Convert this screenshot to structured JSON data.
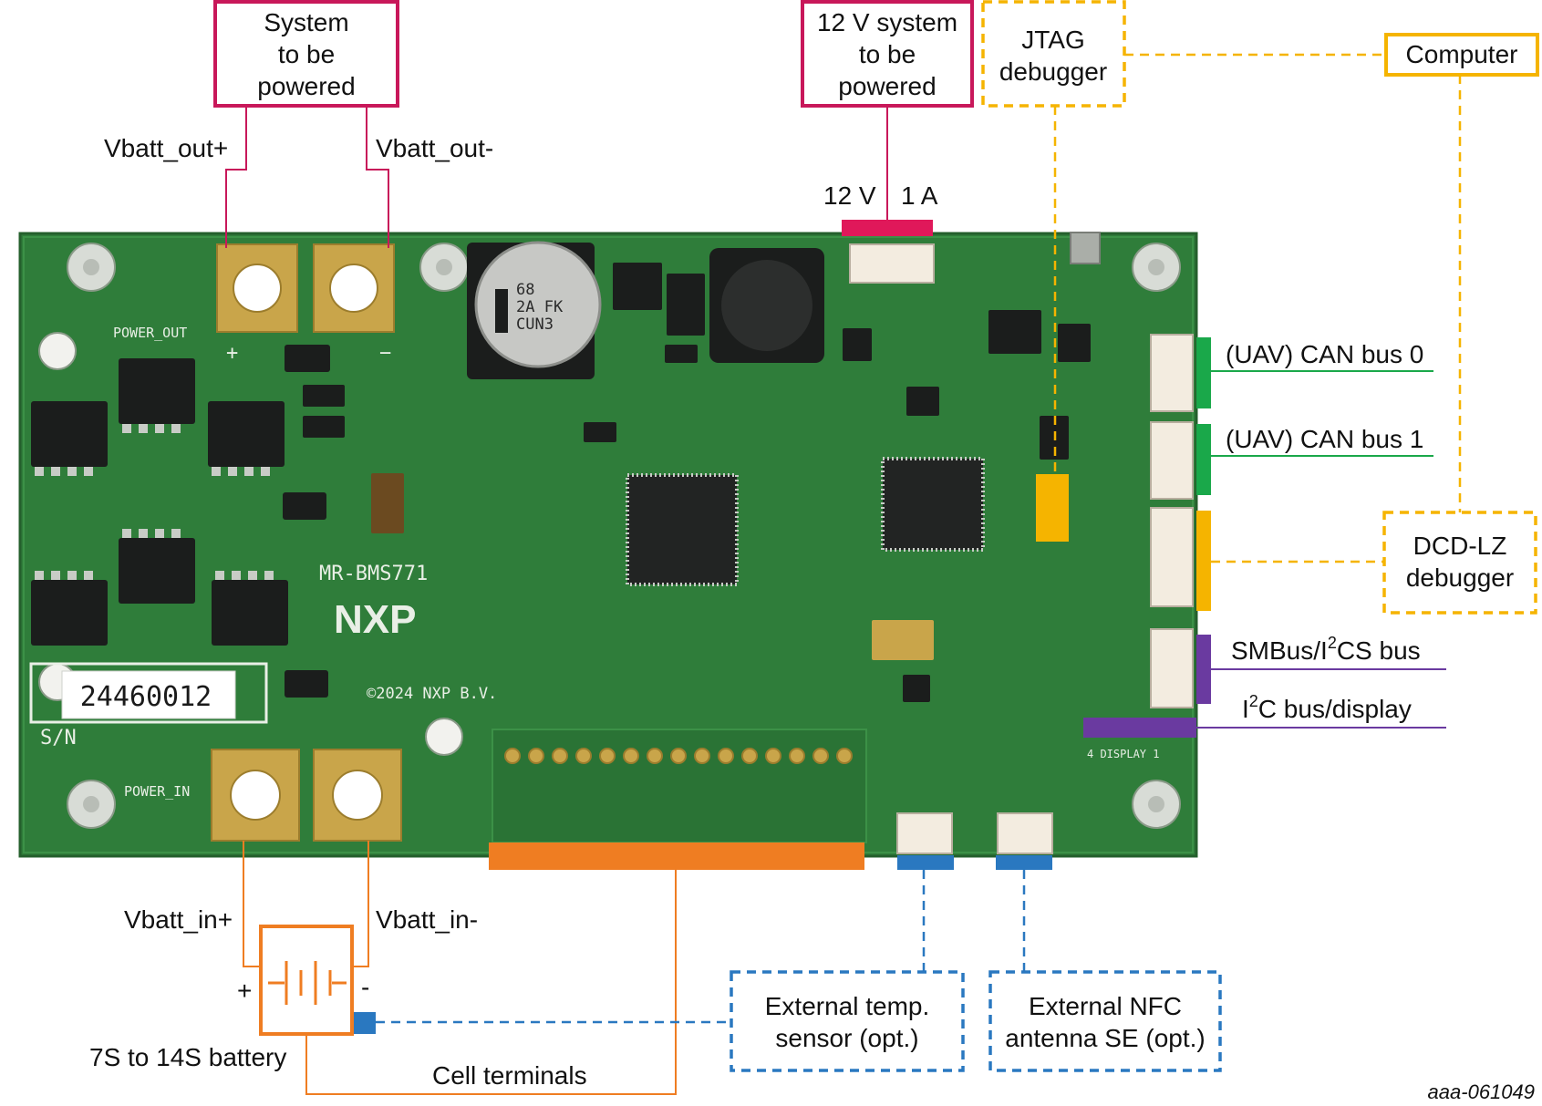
{
  "boxes": {
    "system_powered": [
      "System",
      "to be",
      "powered"
    ],
    "system_12v": [
      "12 V system",
      "to be",
      "powered"
    ],
    "jtag": [
      "JTAG",
      "debugger"
    ],
    "computer": "Computer",
    "dcd_lz": [
      "DCD-LZ",
      "debugger"
    ],
    "temp_sensor": [
      "External temp.",
      "sensor (opt.)"
    ],
    "nfc_antenna": [
      "External NFC",
      "antenna SE (opt.)"
    ]
  },
  "labels": {
    "vbatt_out_plus": "Vbatt_out+",
    "vbatt_out_minus": "Vbatt_out-",
    "v12": "12 V",
    "a1": "1 A",
    "can0": "(UAV) CAN bus 0",
    "can1": "(UAV) CAN bus 1",
    "smbus_prefix": "SMBus/I",
    "smbus_sup": "2",
    "smbus_suffix": "CS bus",
    "i2c_prefix": "I",
    "i2c_sup": "2",
    "i2c_suffix": "C bus/display",
    "vbatt_in_plus": "Vbatt_in+",
    "vbatt_in_minus": "Vbatt_in-",
    "battery_plus": "+",
    "battery_minus": "-",
    "battery": "7S to 14S battery",
    "cell_terminals": "Cell terminals",
    "figure_id": "aaa-061049"
  },
  "board": {
    "model": "MR-BMS771",
    "brand": "NXP",
    "copyright": "©2024 NXP B.V.",
    "serial_number": "24460012",
    "serial_label": "S/N",
    "power_out": "POWER_OUT",
    "power_in": "POWER_IN",
    "display": "4 DISPLAY 1",
    "cap_marking": [
      "68",
      "2A FK",
      "CUN3"
    ]
  },
  "colors": {
    "crimson": "#c8185a",
    "amber": "#f5b400",
    "green": "#1aa84a",
    "blue": "#2a78c0",
    "purple": "#6a3aa0",
    "orange": "#ef7d22",
    "pcb": "#2f7d3a"
  }
}
